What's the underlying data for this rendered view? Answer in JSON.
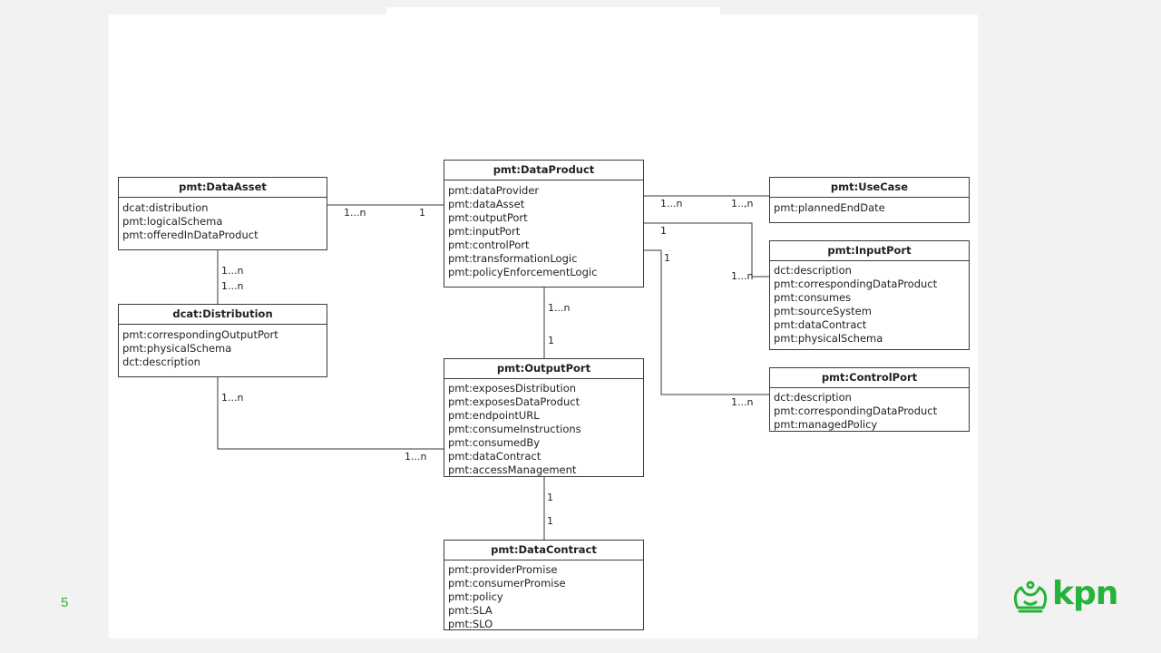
{
  "slide": {
    "page_number": "5",
    "logo_text": "kpn",
    "accent": "#25b33a"
  },
  "classes": {
    "data_asset": {
      "name": "pmt:DataAsset",
      "attrs": [
        "dcat:distribution",
        "pmt:logicalSchema",
        "pmt:offeredInDataProduct"
      ]
    },
    "distribution": {
      "name": "dcat:Distribution",
      "attrs": [
        "pmt:correspondingOutputPort",
        "pmt:physicalSchema",
        "dct:description"
      ]
    },
    "data_product": {
      "name": "pmt:DataProduct",
      "attrs": [
        "pmt:dataProvider",
        "pmt:dataAsset",
        "pmt:outputPort",
        "pmt:inputPort",
        "pmt:controlPort",
        "pmt:transformationLogic",
        "pmt:policyEnforcementLogic"
      ]
    },
    "output_port": {
      "name": "pmt:OutputPort",
      "attrs": [
        "pmt:exposesDistribution",
        "pmt:exposesDataProduct",
        "pmt:endpointURL",
        "pmt:consumeInstructions",
        "pmt:consumedBy",
        "pmt:dataContract",
        "pmt:accessManagement"
      ]
    },
    "data_contract": {
      "name": "pmt:DataContract",
      "attrs": [
        "pmt:providerPromise",
        "pmt:consumerPromise",
        "pmt:policy",
        "pmt:SLA",
        "pmt:SLO"
      ]
    },
    "use_case": {
      "name": "pmt:UseCase",
      "attrs": [
        "pmt:plannedEndDate"
      ]
    },
    "input_port": {
      "name": "pmt:InputPort",
      "attrs": [
        "dct:description",
        "pmt:correspondingDataProduct",
        "pmt:consumes",
        "pmt:sourceSystem",
        "pmt:dataContract",
        "pmt:physicalSchema"
      ]
    },
    "control_port": {
      "name": "pmt:ControlPort",
      "attrs": [
        "dct:description",
        "pmt:correspondingDataProduct",
        "pmt:managedPolicy"
      ]
    }
  },
  "multiplicities": {
    "asset_product_asset_end": "1...n",
    "asset_product_product_end": "1",
    "asset_dist_top": "1...n",
    "asset_dist_bottom": "1...n",
    "dist_output_dist_end": "1...n",
    "dist_output_output_end": "1...n",
    "product_output_product_end": "1...n",
    "product_output_output_end": "1",
    "product_usecase_product_end": "1...n",
    "product_usecase_usecase_end": "1..,n",
    "product_input_product_end": "1",
    "product_input_input_end": "1...n",
    "product_control_product_end": "1",
    "product_control_control_end": "1...n",
    "output_contract_output_end": "1",
    "output_contract_contract_end": "1"
  }
}
